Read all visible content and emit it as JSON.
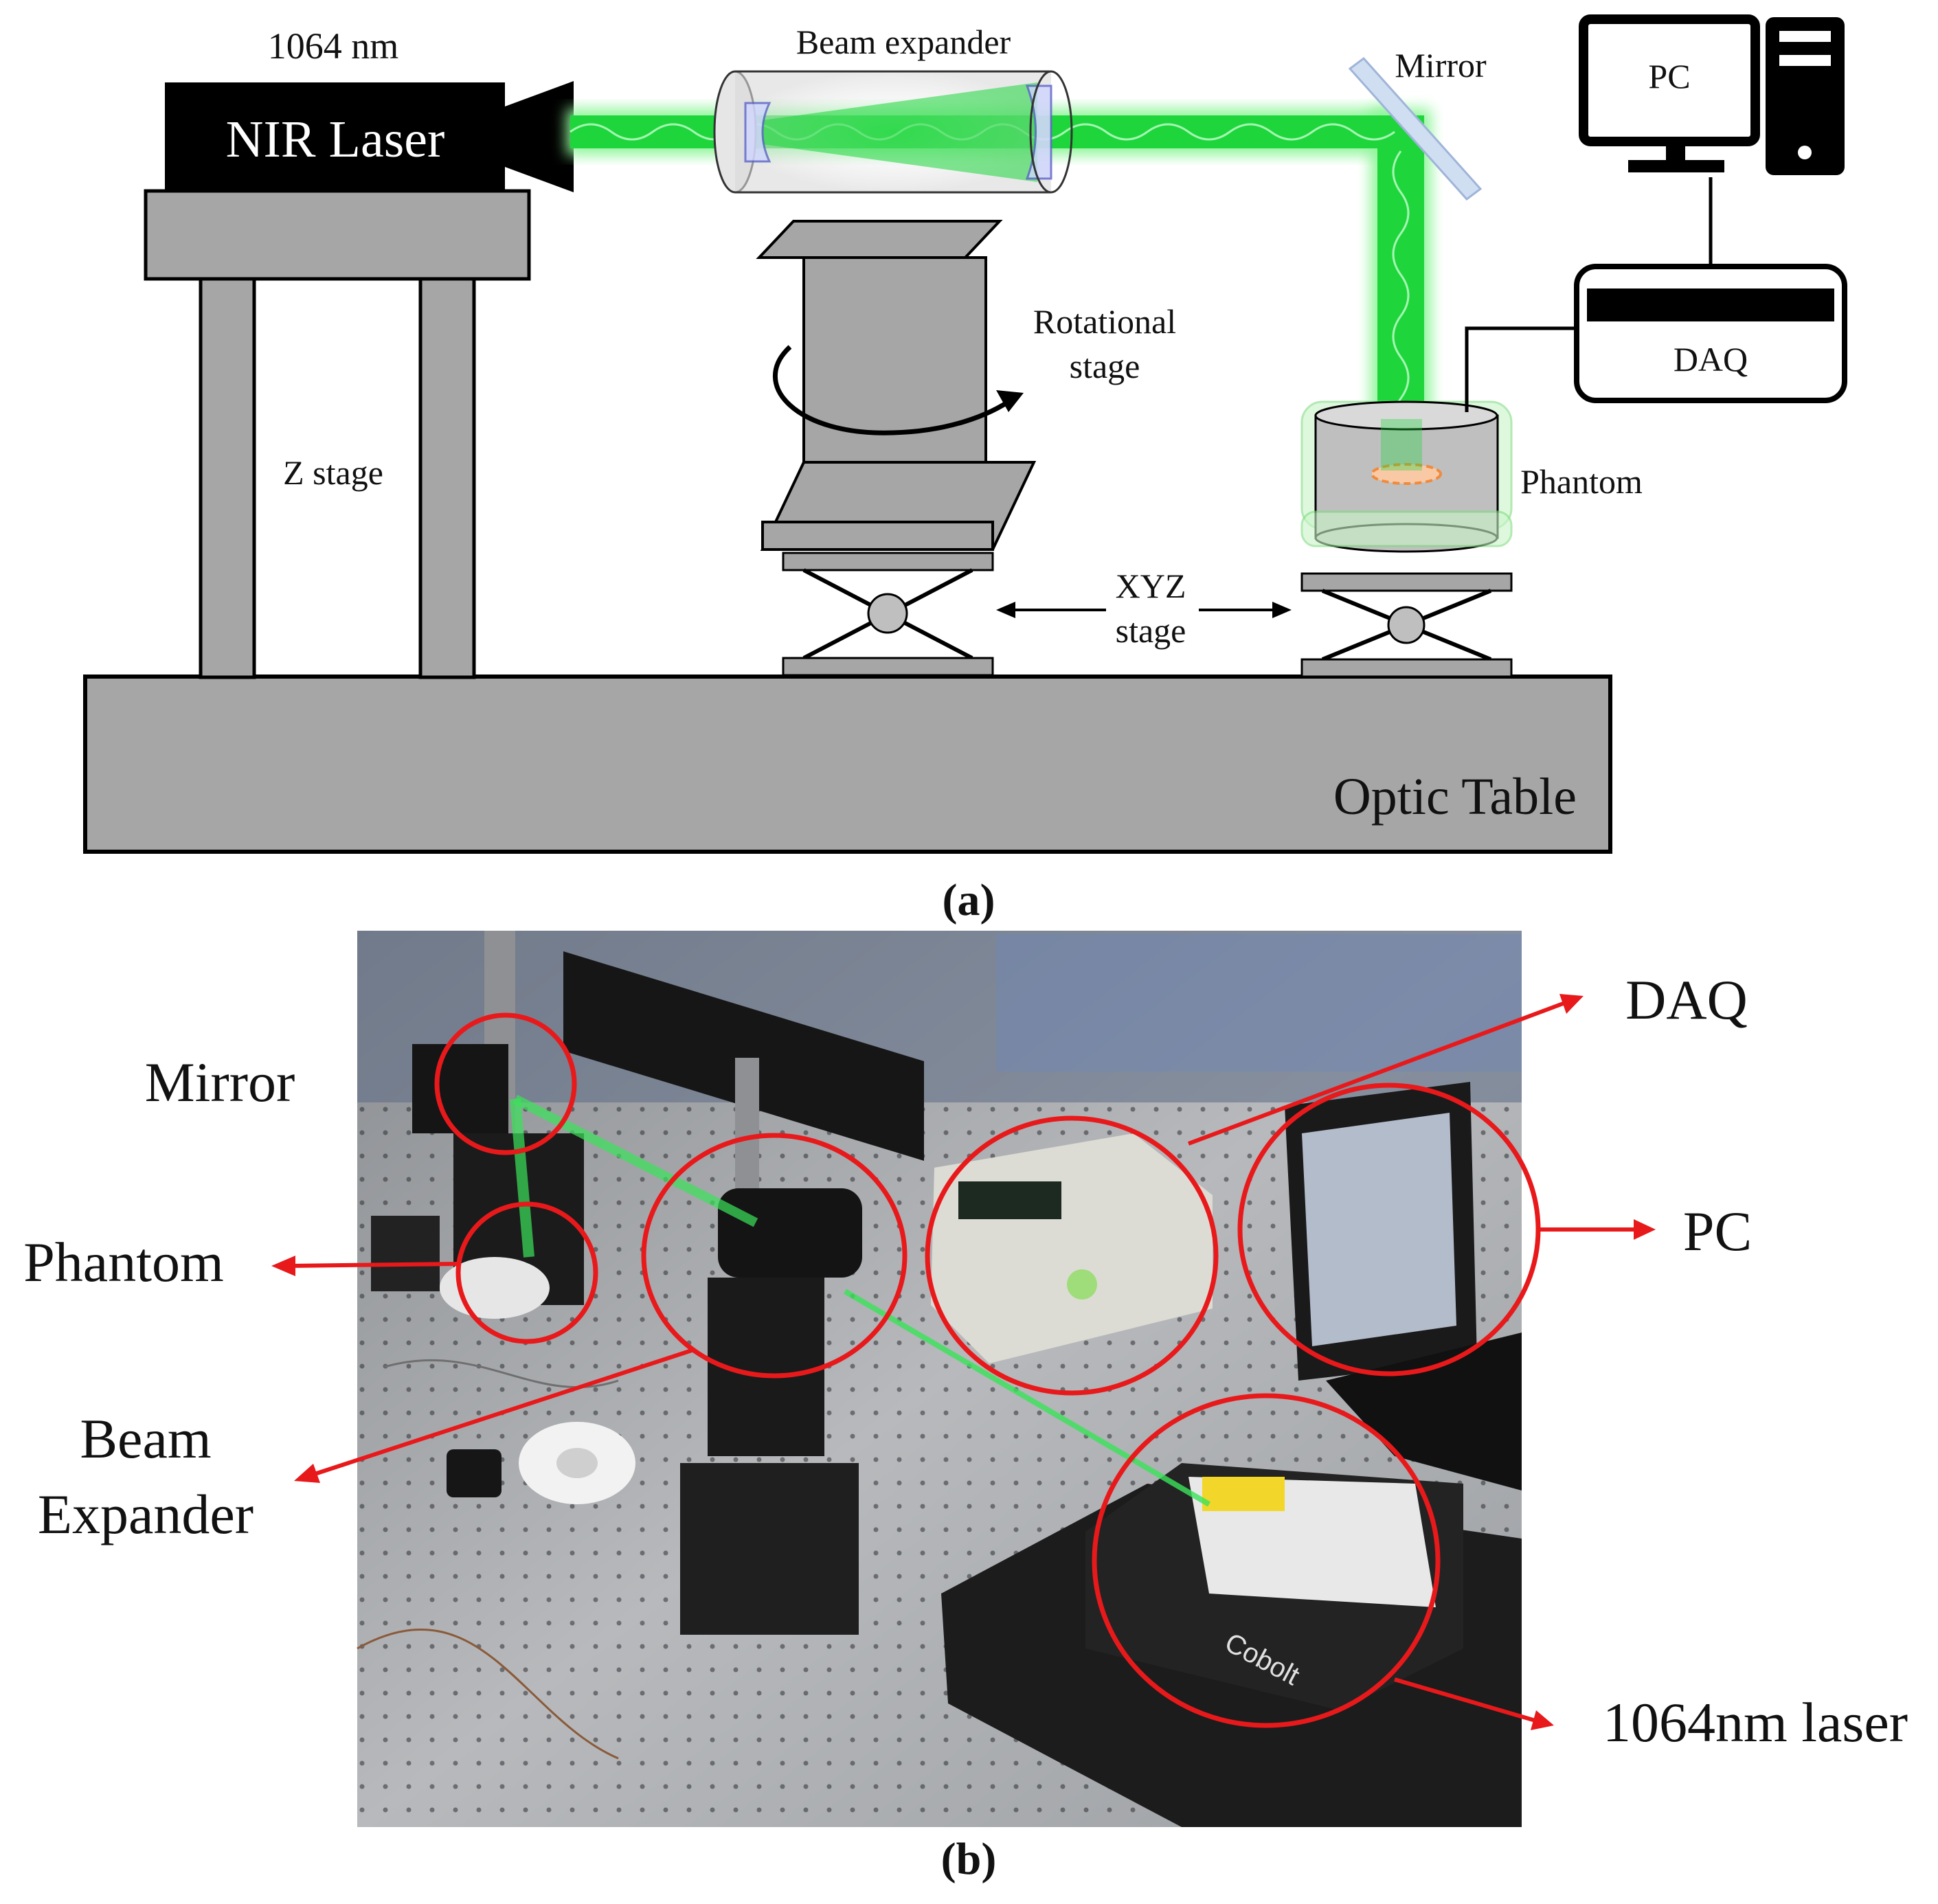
{
  "panel_a": {
    "laser_wavelength": "1064 nm",
    "laser_label": "NIR Laser",
    "beam_expander_label": "Beam expander",
    "mirror_label": "Mirror",
    "pc_label": "PC",
    "daq_label": "DAQ",
    "rotational_stage_line1": "Rotational",
    "rotational_stage_line2": "stage",
    "z_stage_label": "Z stage",
    "phantom_label": "Phantom",
    "xyz_stage_line1": "XYZ",
    "xyz_stage_line2": "stage",
    "optic_table_label": "Optic Table",
    "caption": "(a)"
  },
  "panel_b": {
    "mirror_label": "Mirror",
    "phantom_label": "Phantom",
    "beam_expander_line1": "Beam",
    "beam_expander_line2": "Expander",
    "daq_label": "DAQ",
    "pc_label": "PC",
    "laser_label": "1064nm laser",
    "laser_brand": "Cobolt",
    "caption": "(b)"
  },
  "colors": {
    "beam_green": "#1ed63c",
    "beam_glow": "#8ff59a",
    "stage_gray": "#a6a6a6",
    "outline": "#000000",
    "annotation_red": "#e8191b",
    "focal_orange": "#f08a3c"
  }
}
